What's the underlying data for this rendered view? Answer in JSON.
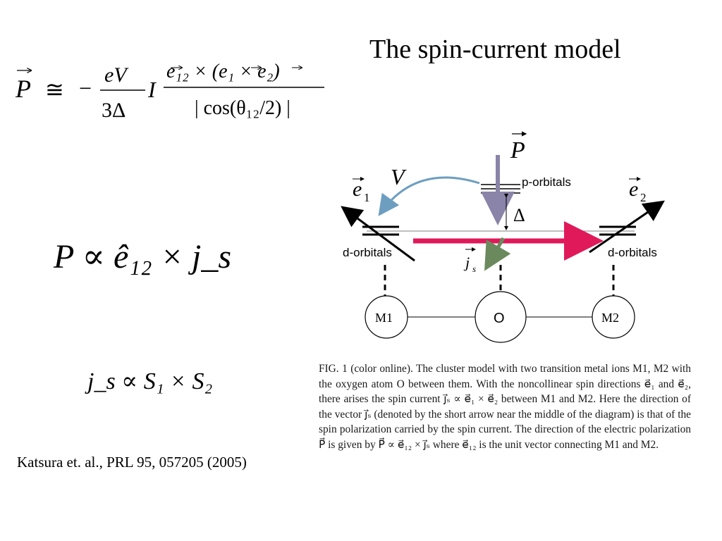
{
  "title": "The spin-current model",
  "citation": "Katsura et. al., PRL 95, 057205 (2005)",
  "equations": {
    "main": {
      "lhs": "P",
      "relation": "≅",
      "minus": "−",
      "prefactor_num": "eV",
      "prefactor_den": "3Δ",
      "current": "I",
      "numerator": "e₁₂ × (e₁ × e₂)",
      "denominator": "| cos(θ₁₂/2) |"
    },
    "proportional_1": "P ∝ ê₁₂ × j_s",
    "proportional_2": "j_s ∝ S₁ × S₂"
  },
  "diagram": {
    "label_P": "P",
    "label_V": "V",
    "label_delta": "Δ",
    "label_e1": "e",
    "label_e1_sub": "1",
    "label_e2": "e",
    "label_e2_sub": "2",
    "label_porbitals": "p-orbitals",
    "label_dorbitals_left": "d-orbitals",
    "label_dorbitals_right": "d-orbitals",
    "label_js": "j",
    "label_js_sub": "s",
    "node_m1": "M1",
    "node_o": "O",
    "node_m2": "M2",
    "colors": {
      "P_arrow": "#8a84a8",
      "V_arrow": "#6d9ec0",
      "current_arrow": "#e0195a",
      "js_arrow": "#6a8a5e"
    }
  },
  "caption": "FIG. 1 (color online).  The cluster model with two transition metal ions M1, M2 with the oxygen atom O between them. With the noncollinear spin directions e⃗₁ and e⃗₂, there arises the spin current j⃗ₛ ∝ e⃗₁ × e⃗₂ between M1 and M2. Here the direction of the vector j⃗ₛ (denoted by the short arrow near the middle of the diagram) is that of the spin polarization carried by the spin current. The direction of the electric polarization P⃗ is given by P⃗ ∝ e⃗₁₂ × j⃗ₛ where e⃗₁₂ is the unit vector connecting M1 and M2."
}
